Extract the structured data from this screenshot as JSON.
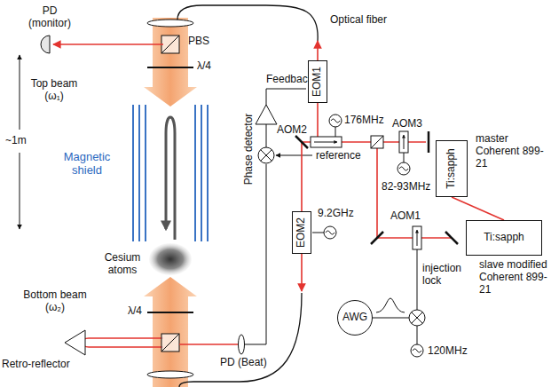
{
  "diagram": {
    "nodes": [
      {
        "text": [
          "EOM1"
        ]
      },
      {
        "text": [
          "EOM2"
        ]
      },
      {
        "text": [
          "Ti:sapph"
        ]
      },
      {
        "text": [
          "Ti:sapph"
        ]
      },
      {
        "text": [
          "AWG"
        ]
      }
    ],
    "edges": [
      {
        "from": 2,
        "to": 3,
        "arrow": "none"
      }
    ],
    "labels": [
      "PD (monitor)",
      "PBS",
      "λ/4",
      "Top beam (ω₁)",
      "Optical fiber",
      "Feedback",
      "Phase detector",
      "reference",
      "~1m",
      "Magnetic shield",
      "Cesium atoms",
      "Bottom beam (ω₂)",
      "λ/4",
      "Retro-reflector",
      "PD (Beat)",
      "176MHz",
      "9.2GHz",
      "AOM3",
      "82-93MHz",
      "AOM2",
      "master Coherent 899-21",
      "slave modified Coherent 899-21",
      "injection lock",
      "AOM1",
      "120MHz"
    ]
  }
}
